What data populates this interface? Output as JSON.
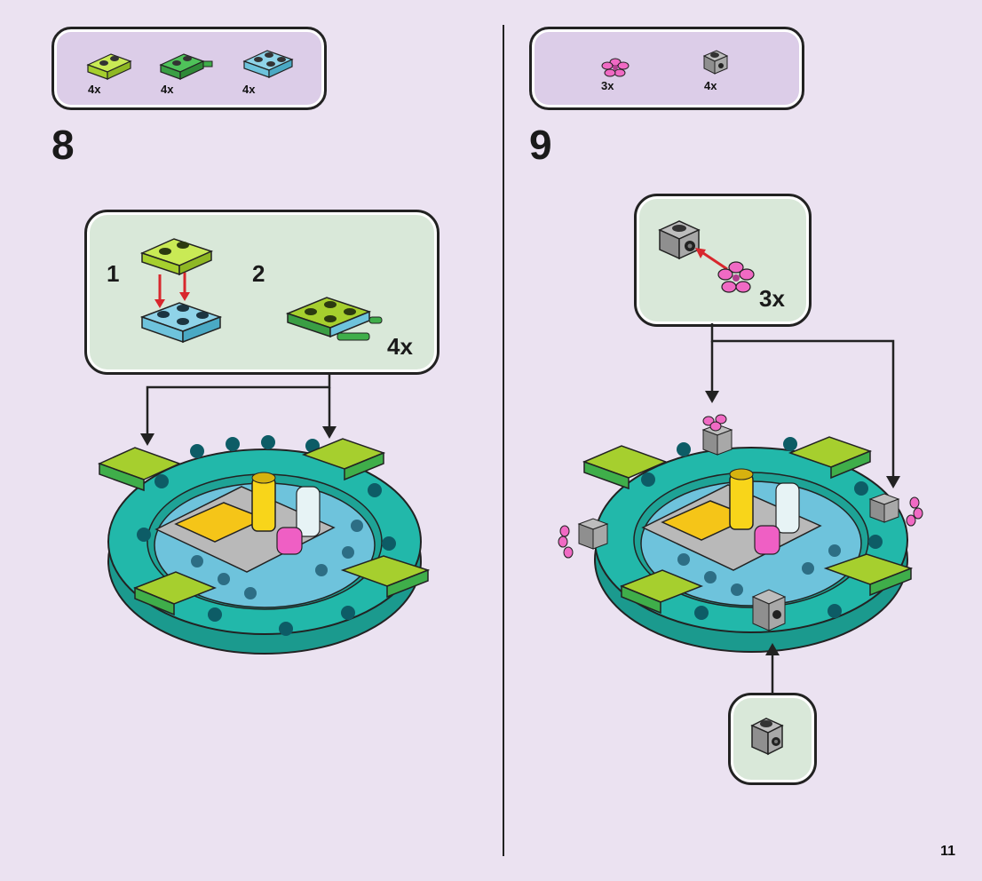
{
  "page_number": "11",
  "steps": [
    {
      "number": "8",
      "parts": [
        {
          "qty": "4x",
          "color": "#b7df3a",
          "name": "lime-plate-2x2"
        },
        {
          "qty": "4x",
          "color": "#3fae4a",
          "name": "green-plate-with-bars"
        },
        {
          "qty": "4x",
          "color": "#6ec3dc",
          "name": "blue-plate-2x2"
        }
      ],
      "substep_1_label": "1",
      "substep_2_label": "2",
      "sub_qty": "4x"
    },
    {
      "number": "9",
      "parts": [
        {
          "qty": "3x",
          "color": "#f06ac4",
          "name": "pink-flower"
        },
        {
          "qty": "4x",
          "color": "#9c9c9c",
          "name": "grey-bracket"
        }
      ],
      "sub_qty": "3x"
    }
  ],
  "colors": {
    "background": "#ebe2f1",
    "parts_box": "#dccde8",
    "sub_box": "#d9e8d9",
    "arrow_red": "#d8272d",
    "teal": "#1fb3a6",
    "blue": "#6ec3dc"
  }
}
